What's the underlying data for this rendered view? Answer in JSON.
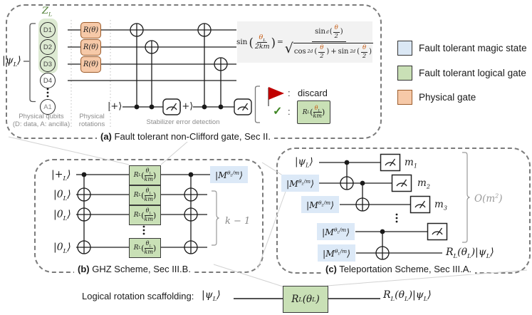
{
  "colors": {
    "magic_state_fill": "#dbe8f5",
    "logical_gate_fill": "#c9e0b6",
    "physical_gate_fill": "#f6c9a8",
    "discard_flag": "#c00000",
    "accept_check": "#3f8624",
    "theta_accent": "#c55a11",
    "panel_border": "#7b7b7b"
  },
  "legend": {
    "items": [
      {
        "label": "Fault tolerant magic state",
        "color": "#dbe8f5"
      },
      {
        "label": "Fault tolerant logical gate",
        "color": "#c9e0b6"
      },
      {
        "label": "Physical gate",
        "color": "#f6c9a8"
      }
    ]
  },
  "panel_a": {
    "caption_tag": "(a)",
    "caption_text": " Fault tolerant non-Clifford gate, Sec II.",
    "zl": {
      "base": "Z",
      "sub": "L"
    },
    "qubits": [
      "D1",
      "D2",
      "D3",
      "D4"
    ],
    "ancilla": "A1",
    "psi": {
      "pre": "|ψ",
      "sub": "L",
      "post": "⟩"
    },
    "plus_ket": "|+⟩",
    "labels": {
      "phys_qubits_1": "Physical qubits",
      "phys_qubits_2": "(D: data, A: ancilla)",
      "phys_rot_1": "Physical",
      "phys_rot_2": "rotations",
      "stabilizer": "Stabilizer error detection"
    },
    "rgate": {
      "pre": "R(",
      "theta": "θ",
      "post": ")"
    },
    "discard_label": "discard",
    "colon": ":",
    "check": "✓",
    "formula": {
      "sin": "sin",
      "cos": "cos",
      "lp": "(",
      "rp": ")",
      "eq": "=",
      "plus": "+",
      "sqrt": "√",
      "theta": "θ",
      "sub_l": "L",
      "den_lhs": "2km",
      "sup_d": "d",
      "sup_2d": "2d",
      "two": "2"
    }
  },
  "rl_km_gate": {
    "r": "R",
    "rsub": "L",
    "lp": "(",
    "theta": "θ",
    "tsub": "L",
    "den": "km",
    "rp": ")"
  },
  "m_ket": {
    "pre": "|M",
    "theta": "θ",
    "tsub": "L",
    "rest": "/m",
    "post": "⟩"
  },
  "panel_b": {
    "caption_tag": "(b)",
    "caption_text": " GHZ Scheme, Sec III.B.",
    "plus_ket": {
      "pre": "|+",
      "sub": "L",
      "post": "⟩"
    },
    "zero_ket": {
      "pre": "|0",
      "sub": "L",
      "post": "⟩"
    },
    "k_label": "k − 1"
  },
  "panel_c": {
    "caption_tag": "(c)",
    "caption_text": " Teleportation Scheme, Sec III.A.",
    "psi": {
      "pre": "|ψ",
      "sub": "L",
      "post": "⟩"
    },
    "m": "m",
    "m_subs": [
      "1",
      "2",
      "3"
    ],
    "complexity": {
      "pre": "O(m",
      "sup": "2",
      "post": ")"
    }
  },
  "rl_out": {
    "r": "R",
    "rsub": "L",
    "mid": "(θ",
    "msub": "L",
    "tail": ")|ψ",
    "psub": "L",
    "end": "⟩"
  },
  "bottom": {
    "label": "Logical rotation scaffolding:",
    "psi": {
      "pre": "|ψ",
      "sub": "L",
      "post": "⟩"
    },
    "gate": {
      "r": "R",
      "rsub": "L",
      "mid": "(θ",
      "msub": "L",
      "end": ")"
    }
  }
}
